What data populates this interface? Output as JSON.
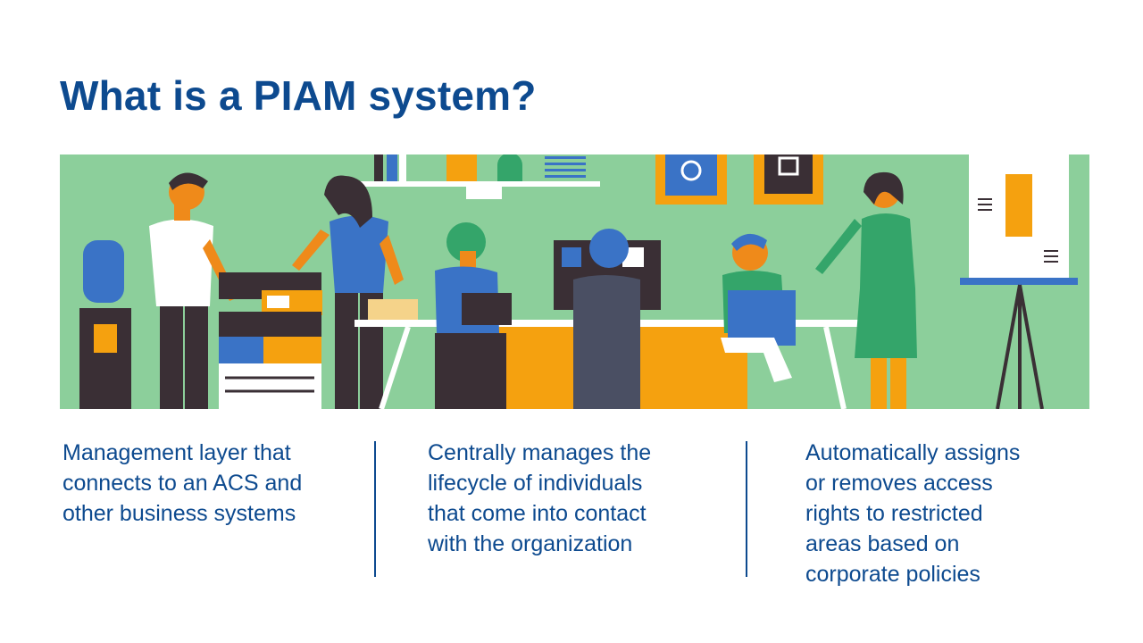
{
  "slide": {
    "title": "What is a PIAM system?",
    "columns": [
      {
        "lines": [
          "Management layer that",
          "connects to an ACS and",
          "other business systems"
        ]
      },
      {
        "lines": [
          "Centrally manages the",
          "lifecycle of individuals",
          "that come into contact",
          "with the organization"
        ]
      },
      {
        "lines": [
          "Automatically assigns",
          "or removes access",
          "rights to restricted",
          "areas based on",
          "corporate policies"
        ]
      }
    ]
  },
  "illustration": {
    "icon": "office-scene-illustration",
    "colors": {
      "background": "#8ccf9b",
      "orange": "#f5a10f",
      "blue": "#3a73c6",
      "dark": "#3a2f35",
      "green": "#34a56a",
      "skin": "#ef8a1a",
      "white": "#ffffff",
      "title_blue": "#0d4a8f"
    }
  }
}
